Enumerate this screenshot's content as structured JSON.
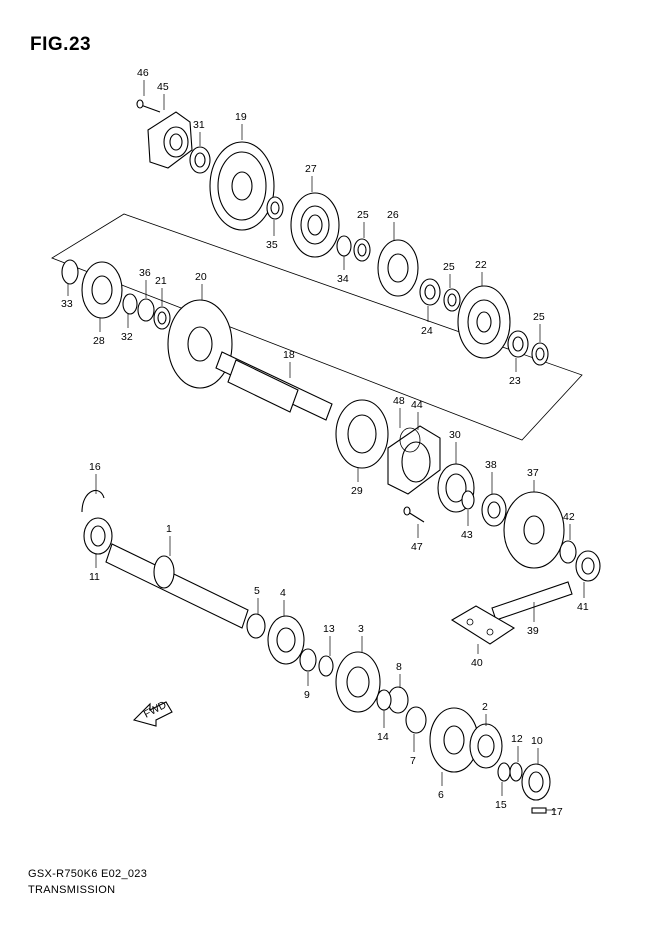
{
  "header": {
    "figure_label": "FIG.23"
  },
  "footer": {
    "model_code": "GSX-R750K6 E02_023",
    "section_title": "TRANSMISSION"
  },
  "fwd_label": "FWD",
  "callouts": [
    "1",
    "2",
    "3",
    "4",
    "5",
    "6",
    "7",
    "8",
    "9",
    "10",
    "11",
    "12",
    "13",
    "14",
    "15",
    "16",
    "17",
    "18",
    "19",
    "20",
    "21",
    "22",
    "23",
    "24",
    "25",
    "26",
    "27",
    "28",
    "29",
    "30",
    "31",
    "32",
    "33",
    "34",
    "35",
    "36",
    "37",
    "38",
    "39",
    "40",
    "41",
    "42",
    "43",
    "44",
    "45",
    "46",
    "47",
    "48"
  ],
  "callout_labels": {
    "c46": "46",
    "c45": "45",
    "c31": "31",
    "c19": "19",
    "c27": "27",
    "c35": "35",
    "c25a": "25",
    "c26": "26",
    "c34": "34",
    "c25b": "25",
    "c22": "22",
    "c24": "24",
    "c25c": "25",
    "c23": "23",
    "c33": "33",
    "c36": "36",
    "c21": "21",
    "c20": "20",
    "c28": "28",
    "c32": "32",
    "c18": "18",
    "c48": "48",
    "c44": "44",
    "c30": "30",
    "c29": "29",
    "c38": "38",
    "c37": "37",
    "c43": "43",
    "c42": "42",
    "c47": "47",
    "c41": "41",
    "c39": "39",
    "c40": "40",
    "c16": "16",
    "c1": "1",
    "c11": "11",
    "c5": "5",
    "c4": "4",
    "c13": "13",
    "c3": "3",
    "c9": "9",
    "c8": "8",
    "c14": "14",
    "c7": "7",
    "c2": "2",
    "c6": "6",
    "c12": "12",
    "c10": "10",
    "c15": "15",
    "c17": "17"
  }
}
